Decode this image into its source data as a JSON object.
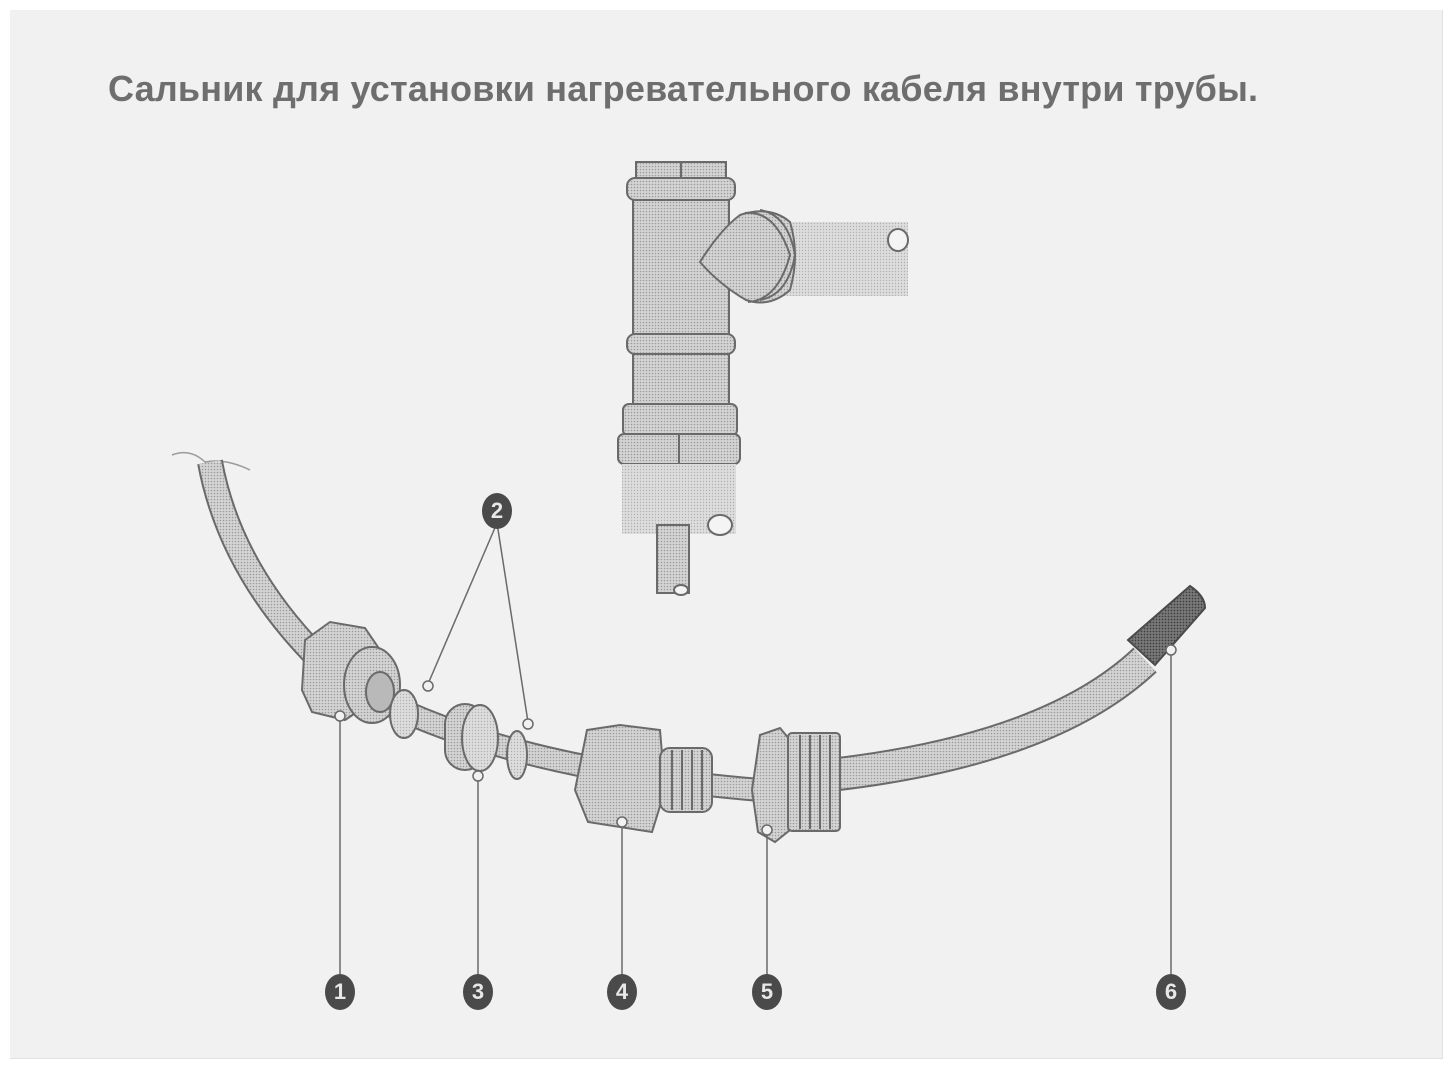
{
  "title": "Сальник для установки нагревательного кабеля внутри трубы.",
  "colors": {
    "paper": "#f1f1f1",
    "title_text": "#6e6e6e",
    "part_fill": "#c9c9c9",
    "outline": "#6a6a6a",
    "callout_bg": "#4a4a4a",
    "callout_text": "#e8e8e8"
  },
  "illustrations": {
    "tee_fitting": "pipe-tee-with-gland-icon",
    "exploded_assembly": "cable-gland-exploded-view"
  },
  "callouts": [
    {
      "id": "1",
      "label": "1",
      "part": "threaded-bushing"
    },
    {
      "id": "2",
      "label": "2",
      "part": "washers"
    },
    {
      "id": "3",
      "label": "3",
      "part": "seal-ring"
    },
    {
      "id": "4",
      "label": "4",
      "part": "union-nut"
    },
    {
      "id": "5",
      "label": "5",
      "part": "threaded-fitting"
    },
    {
      "id": "6",
      "label": "6",
      "part": "cable-end-cap"
    }
  ]
}
